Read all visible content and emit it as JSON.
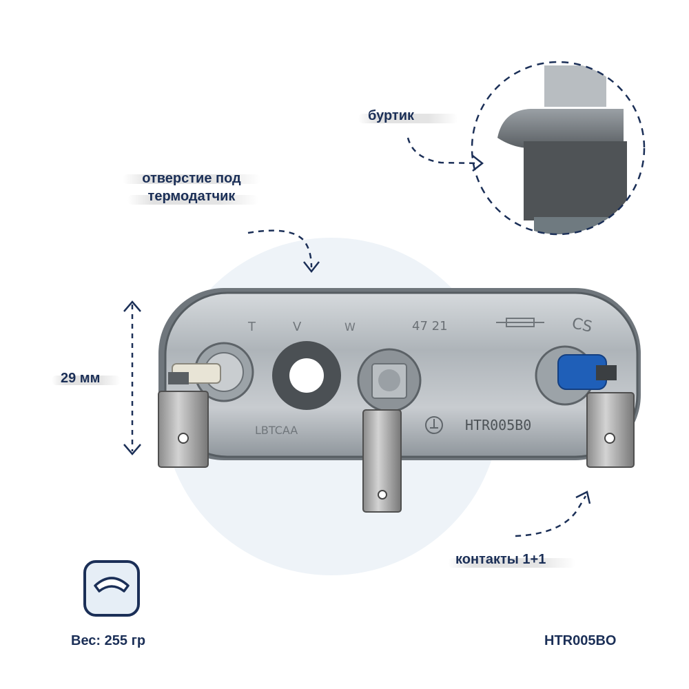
{
  "labels": {
    "burtik": "буртик",
    "hole_line1": "отверстие под",
    "hole_line2": "термодатчик",
    "size": "29 мм",
    "contacts": "контакты 1+1",
    "weight": "Вес: 255 гр",
    "model": "HTR005BO"
  },
  "part_markings": {
    "stamp_model": "HTR005B0",
    "stamp_top": "47 21",
    "stamp_cs": "CS"
  },
  "colors": {
    "navy": "#1b2f57",
    "circle_bg": "#eef3f8",
    "metal": "#b9bec3",
    "blue_insulator": "#1f5fb8"
  },
  "icons": {
    "weight": "scale-icon"
  }
}
